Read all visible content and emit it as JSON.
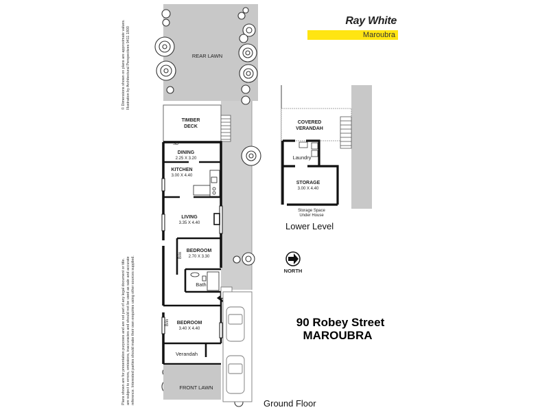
{
  "brand": {
    "name": "Ray White",
    "office": "Maroubra",
    "bar_color": "#ffe512"
  },
  "address": {
    "line1": "90  Robey Street",
    "line2": "MAROUBRA"
  },
  "levels": {
    "ground": "Ground Floor",
    "lower": "Lower Level"
  },
  "north_label": "NORTH",
  "outdoor": {
    "rear_lawn": "REAR LAWN",
    "front_lawn": "FRONT LAWN",
    "timber_deck": [
      "TIMBER",
      "DECK"
    ]
  },
  "ground_rooms": {
    "dining": {
      "name": "DINING",
      "dims": "2.25 X 3.20"
    },
    "kitchen": {
      "name": "KITCHEN",
      "dims": "3.00 X 4.40"
    },
    "living": {
      "name": "LIVING",
      "dims": "3.35 X 4.40"
    },
    "bedroom1": {
      "name": "BEDROOM",
      "dims": "2.70 X 3.30"
    },
    "bath": "Bath",
    "bedroom2": {
      "name": "BEDROOM",
      "dims": "3.40 X 4.40"
    },
    "verandah": "Verandah",
    "sd": "SD",
    "bi1": "B/in",
    "bi2": "B/in"
  },
  "lower_rooms": {
    "covered_verandah": [
      "COVERED",
      "VERANDAH"
    ],
    "laundry": "Laundry",
    "storage": {
      "name": "STORAGE",
      "dims": "3.00 X 4.40"
    },
    "under_house": [
      "Storage Space",
      "Under House"
    ]
  },
  "notes": {
    "copyright": [
      "© Dimensions shown on plans are approximate values.",
      "Illustration by Architectural Perspectives  9411 1800"
    ],
    "disclaimer": [
      "Plans shown are for presentation purposes and are not part of any legal document or title.",
      "are subject to errors, omissions, inaccuracies and should not be used as sale and accurate",
      "reference. Interested parties should make their own enquiries using other sources supplied."
    ]
  },
  "colors": {
    "lawn": "#c8c8c8",
    "wall": "#111111",
    "paper": "#ffffff"
  }
}
